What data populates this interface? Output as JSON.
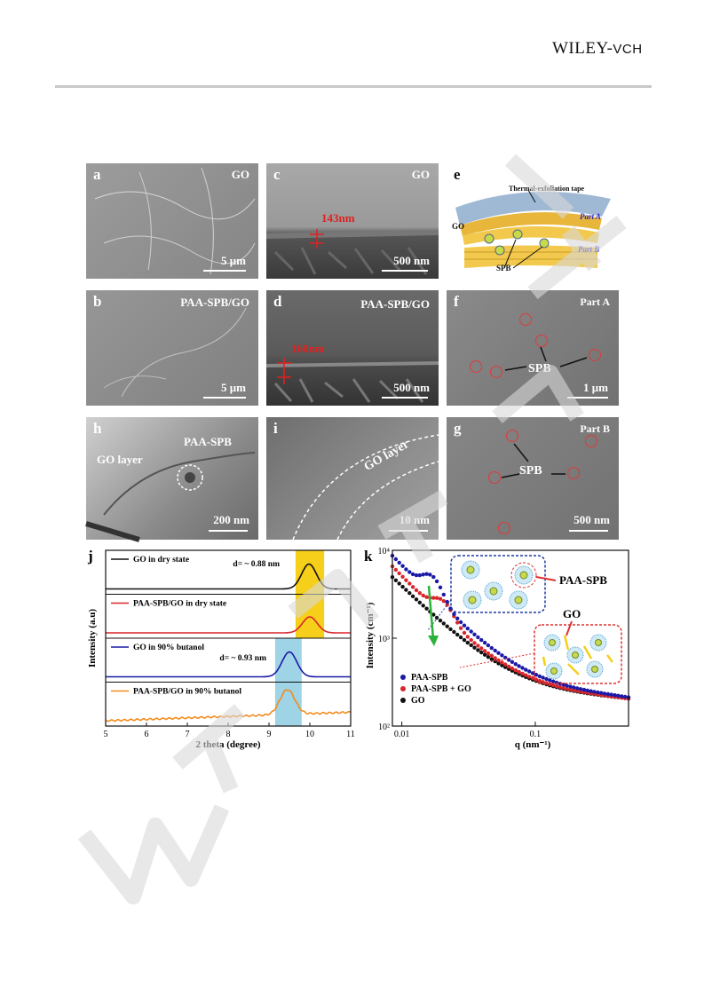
{
  "header": {
    "logo_main": "WILEY-",
    "logo_suffix": "VCH"
  },
  "panels": {
    "a": {
      "letter": "a",
      "title": "GO",
      "scale": "5 μm"
    },
    "b": {
      "letter": "b",
      "title": "PAA-SPB/GO",
      "scale": "5 μm"
    },
    "c": {
      "letter": "c",
      "title": "GO",
      "thickness": "143nm",
      "scale": "500 nm"
    },
    "d": {
      "letter": "d",
      "title": "PAA-SPB/GO",
      "thickness": "160nm",
      "scale": "500 nm"
    },
    "e": {
      "letter": "e",
      "tape": "Thermal-exfoliation tape",
      "part_a": "Part A",
      "part_b": "Part B",
      "go": "GO",
      "spb": "SPB"
    },
    "f": {
      "letter": "f",
      "title": "Part A",
      "spb": "SPB",
      "scale": "1 μm"
    },
    "g": {
      "letter": "g",
      "title": "Part B",
      "spb": "SPB",
      "scale": "500 nm"
    },
    "h": {
      "letter": "h",
      "go_layer": "GO layer",
      "paa_spb": "PAA-SPB",
      "scale": "200 nm"
    },
    "i": {
      "letter": "i",
      "go_layer": "GO layer",
      "scale": "10 nm"
    }
  },
  "colors": {
    "go_dry": "#111111",
    "paa_dry": "#d9262b",
    "go_butanol": "#1a1aa6",
    "paa_butanol": "#f08c1e",
    "band_yellow": "#f5cf1a",
    "band_blue": "#9fd3e6",
    "arrow_green": "#2bb23a"
  },
  "chart_data": [
    {
      "type": "line",
      "panel": "j",
      "xlabel": "2 theta (degree)",
      "ylabel": "Intensity (a.u)",
      "xlim": [
        5,
        11
      ],
      "xticks": [
        "5",
        "6",
        "7",
        "8",
        "9",
        "10",
        "11"
      ],
      "series": [
        {
          "name": "GO in dry state",
          "peak": 9.98,
          "annotation": "d= ~ 0.88 nm"
        },
        {
          "name": "PAA-SPB/GO in dry state",
          "peak": 10.0
        },
        {
          "name": "GO in 90% butanol",
          "peak": 9.5,
          "annotation": "d= ~ 0.93 nm"
        },
        {
          "name": "PAA-SPB/GO in 90% butanol",
          "peak": 9.45
        }
      ],
      "bands": [
        {
          "range": [
            9.65,
            10.35
          ],
          "color": "yellow"
        },
        {
          "range": [
            9.15,
            9.8
          ],
          "color": "blue"
        }
      ]
    },
    {
      "type": "scatter",
      "panel": "k",
      "xlabel": "q (nm⁻¹)",
      "ylabel": "Intensity (cm⁻¹)",
      "xscale": "log",
      "yscale": "log",
      "xticks": [
        "0.01",
        "0.1"
      ],
      "yticks": [
        "10²",
        "10³",
        "10⁴"
      ],
      "ylim": [
        100,
        10000
      ],
      "legend": [
        "PAA-SPB",
        "PAA-SPB + GO",
        "GO"
      ],
      "insets": [
        "PAA-SPB",
        "GO"
      ]
    }
  ]
}
